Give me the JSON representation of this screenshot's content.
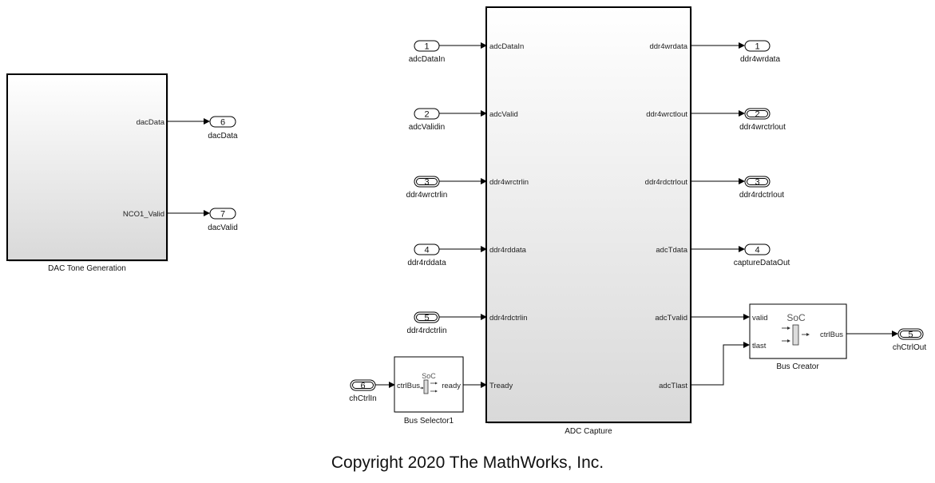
{
  "blocks": {
    "dac": {
      "name": "DAC Tone Generation",
      "outputs": [
        "dacData",
        "NCO1_Valid"
      ]
    },
    "adc": {
      "name": "ADC Capture",
      "inputs": [
        "adcDataIn",
        "adcValid",
        "ddr4wrctrlin",
        "ddr4rddata",
        "ddr4rdctrlin",
        "Tready"
      ],
      "outputs": [
        "ddr4wrdata",
        "ddr4wrctlout",
        "ddr4rdctrlout",
        "adcTdata",
        "adcTvalid",
        "adcTlast"
      ]
    },
    "bus_selector": {
      "name": "Bus Selector1",
      "icon_text": "SoC",
      "input": "ctrlBus",
      "output": "ready"
    },
    "bus_creator": {
      "name": "Bus Creator",
      "icon_text": "SoC",
      "inputs": [
        "valid",
        "tlast"
      ],
      "output": "ctrlBus"
    }
  },
  "inports": [
    {
      "num": "1",
      "name": "adcDataIn",
      "bus": false
    },
    {
      "num": "2",
      "name": "adcValidin",
      "bus": false
    },
    {
      "num": "3",
      "name": "ddr4wrctrlin",
      "bus": true
    },
    {
      "num": "4",
      "name": "ddr4rddata",
      "bus": false
    },
    {
      "num": "5",
      "name": "ddr4rdctrlin",
      "bus": true
    },
    {
      "num": "6",
      "name": "chCtrlIn",
      "bus": true
    }
  ],
  "outports": [
    {
      "num": "1",
      "name": "ddr4wrdata",
      "bus": false
    },
    {
      "num": "2",
      "name": "ddr4wrctrlout",
      "bus": true
    },
    {
      "num": "3",
      "name": "ddr4rdctrlout",
      "bus": true
    },
    {
      "num": "4",
      "name": "captureDataOut",
      "bus": false
    },
    {
      "num": "5",
      "name": "chCtrlOut",
      "bus": true
    },
    {
      "num": "6",
      "name": "dacData",
      "bus": false
    },
    {
      "num": "7",
      "name": "dacValid",
      "bus": false
    }
  ],
  "footer": {
    "copyright": "Copyright 2020 The MathWorks, Inc."
  }
}
